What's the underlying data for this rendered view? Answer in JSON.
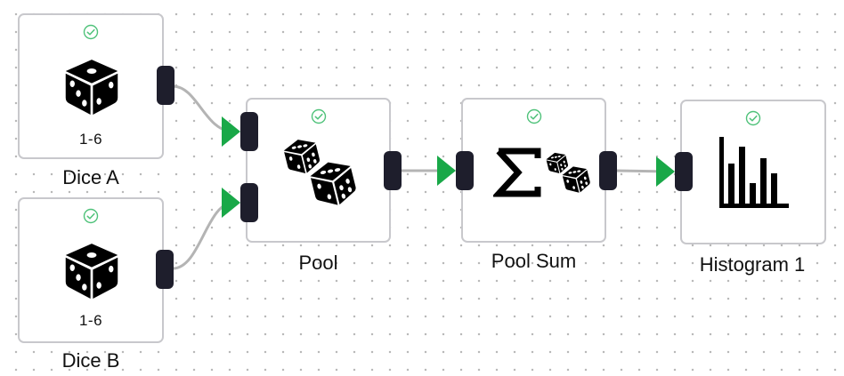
{
  "nodes": {
    "dice_a": {
      "name": "Dice A",
      "range": "1-6",
      "status": "valid"
    },
    "dice_b": {
      "name": "Dice B",
      "range": "1-6",
      "status": "valid"
    },
    "pool": {
      "name": "Pool",
      "status": "valid"
    },
    "pool_sum": {
      "name": "Pool Sum",
      "status": "valid"
    },
    "histogram": {
      "name": "Histogram 1",
      "status": "valid"
    }
  },
  "icons": {
    "status": "check-circle-icon",
    "dice": "die-icon",
    "pool": "dice-pair-icon",
    "sum": "sigma-icon",
    "histogram": "bar-chart-icon"
  },
  "colors": {
    "port": "#1e1e2c",
    "input_arrow": "#19a848",
    "status_check": "#4fc27a",
    "node_border": "#c8c8cc",
    "edge": "#b4b4b4"
  },
  "edges": [
    {
      "from": "dice_a.out",
      "to": "pool.in1"
    },
    {
      "from": "dice_b.out",
      "to": "pool.in2"
    },
    {
      "from": "pool.out",
      "to": "pool_sum.in"
    },
    {
      "from": "pool_sum.out",
      "to": "histogram.in"
    }
  ]
}
